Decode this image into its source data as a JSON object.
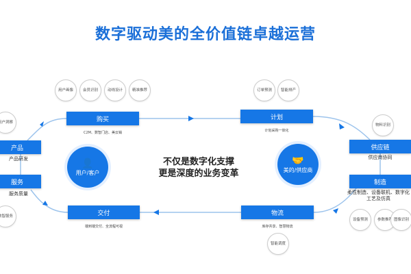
{
  "title": "数字驱动美的全价值链卓越运营",
  "center_text": [
    "不仅是数字化支撑",
    "更是深度的业务变革"
  ],
  "circles": {
    "customer": "用户/客户",
    "supplier": "美的/供应商"
  },
  "nodes": {
    "purchase": {
      "label": "购买",
      "caption": "C2M、数智门店、美云销",
      "bubbles": [
        "用户画像",
        "会员识别",
        "动线设计",
        "精准推荐"
      ]
    },
    "plan": {
      "label": "计划",
      "caption": "计划采购一体化",
      "bubbles": [
        "订单预测",
        "智能排产"
      ]
    },
    "supply": {
      "label": "供应链",
      "caption": "供应商协同",
      "bubbles": [
        "物料识别"
      ]
    },
    "manufacture": {
      "label": "制造",
      "caption": "柔性制造、设备联机、数字化工艺及仿真",
      "bubbles": [
        "设备预测",
        "参数推荐",
        "图像识别"
      ]
    },
    "logistics": {
      "label": "物流",
      "caption": "库存共享、智慧物流",
      "bubbles": [
        "智能调度"
      ]
    },
    "delivery": {
      "label": "交付",
      "caption": "端到端交付、全流程可视"
    },
    "service": {
      "label": "服务",
      "caption": "服务质量",
      "bubbles": [
        "数智服务"
      ]
    },
    "product": {
      "label": "产品",
      "caption": "产品研发",
      "bubbles": [
        "用户洞察"
      ]
    }
  }
}
